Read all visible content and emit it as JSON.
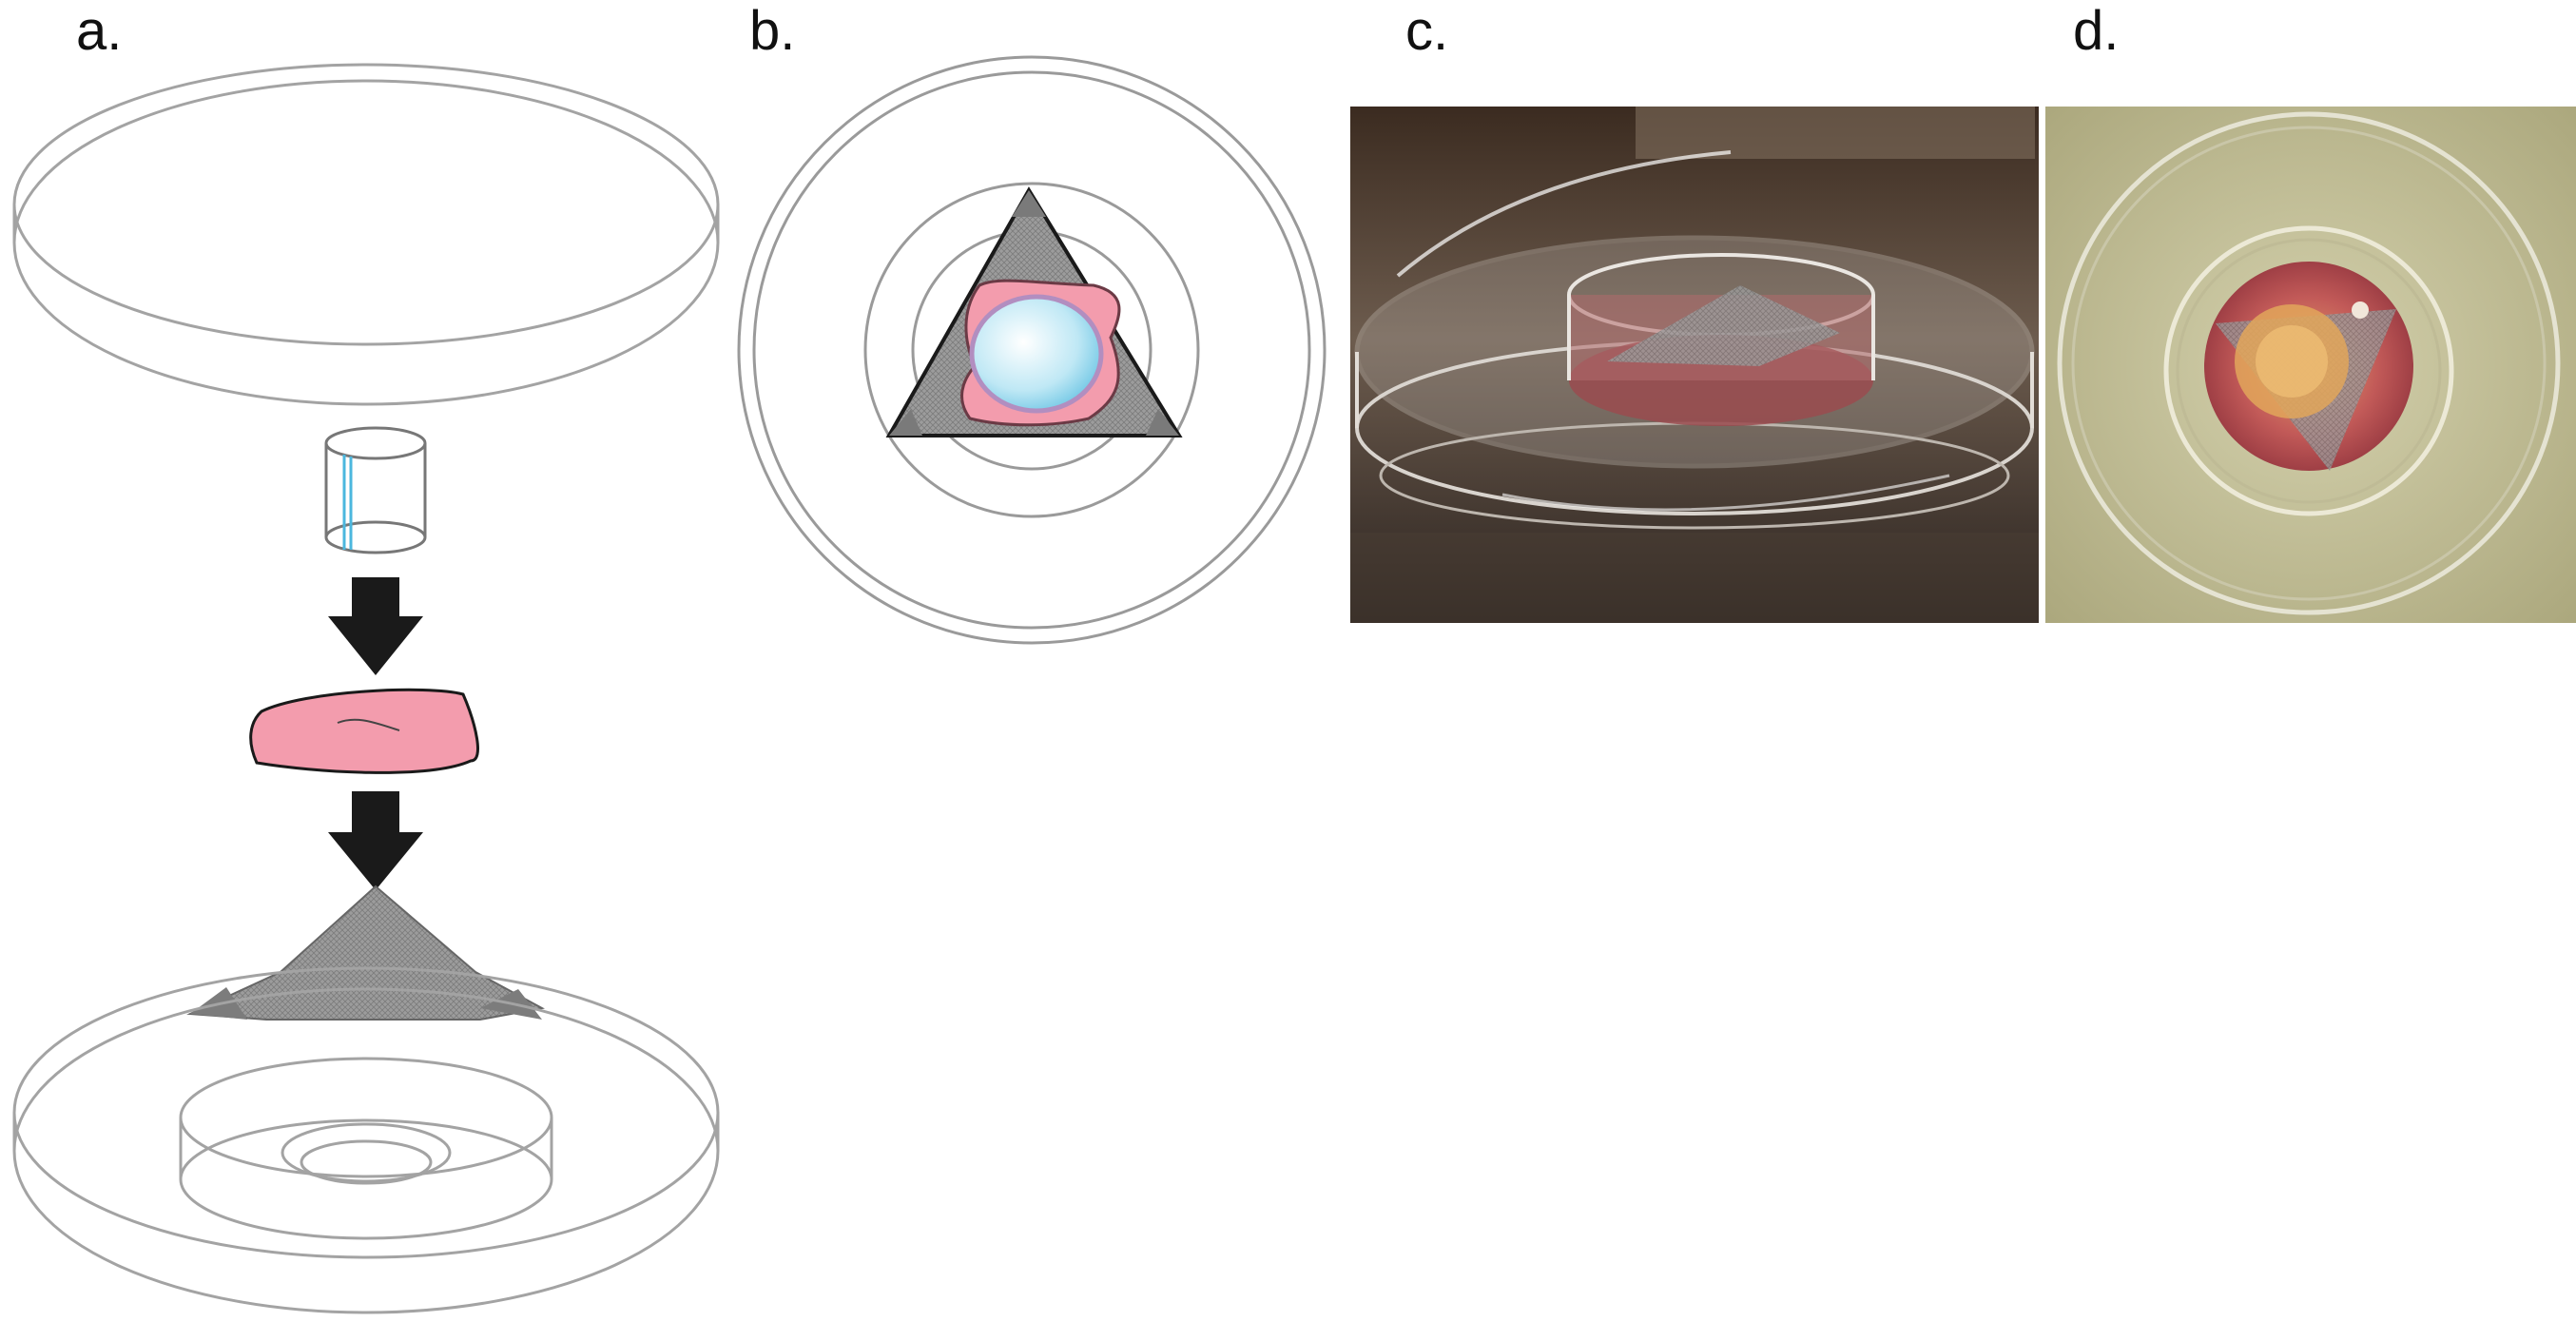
{
  "panels": [
    {
      "id": "a",
      "label": "a."
    },
    {
      "id": "b",
      "label": "b."
    },
    {
      "id": "c",
      "label": "c."
    },
    {
      "id": "d",
      "label": "d."
    }
  ],
  "colors": {
    "outline": "#9a9a9a",
    "tissue_pink": "#f4a3b3",
    "mesh_gray": "#9c9c9c",
    "arrow": "#1a1a1a",
    "lens_blue": "#8fd3ea",
    "photo_c_bg": "#3a2a1f",
    "photo_d_bg": "#b8b58a",
    "culture_medium": "#c0505e"
  },
  "icons": {
    "arrow_down": "down-arrow-icon"
  }
}
